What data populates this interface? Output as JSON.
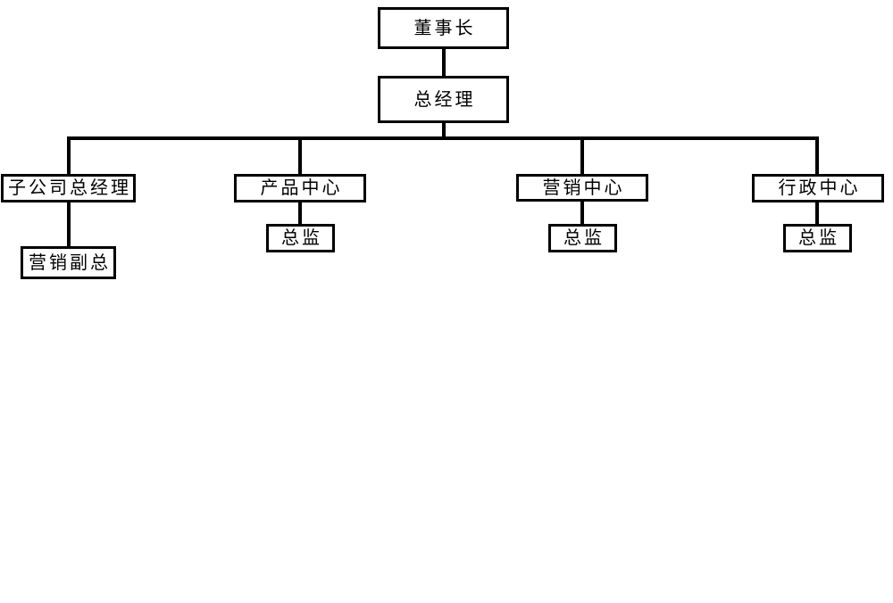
{
  "diagram": {
    "type": "org-chart",
    "colors": {
      "background": "#ffffff",
      "box_border": "#000000",
      "box_fill": "#ffffff",
      "line": "#000000",
      "text": "#000000"
    },
    "nodes": {
      "chairman": {
        "label": "董事长"
      },
      "general_manager": {
        "label": "总经理"
      },
      "subsidiary_gm": {
        "label": "子公司总经理"
      },
      "product_center": {
        "label": "产品中心"
      },
      "marketing_center": {
        "label": "营销中心"
      },
      "admin_center": {
        "label": "行政中心"
      },
      "marketing_vp": {
        "label": "营销副总"
      },
      "product_director": {
        "label": "总监"
      },
      "marketing_director": {
        "label": "总监"
      },
      "admin_director": {
        "label": "总监"
      }
    },
    "edges": [
      {
        "from": "chairman",
        "to": "general_manager"
      },
      {
        "from": "general_manager",
        "to": "subsidiary_gm"
      },
      {
        "from": "general_manager",
        "to": "product_center"
      },
      {
        "from": "general_manager",
        "to": "marketing_center"
      },
      {
        "from": "general_manager",
        "to": "admin_center"
      },
      {
        "from": "subsidiary_gm",
        "to": "marketing_vp"
      },
      {
        "from": "product_center",
        "to": "product_director"
      },
      {
        "from": "marketing_center",
        "to": "marketing_director"
      },
      {
        "from": "admin_center",
        "to": "admin_director"
      }
    ]
  }
}
